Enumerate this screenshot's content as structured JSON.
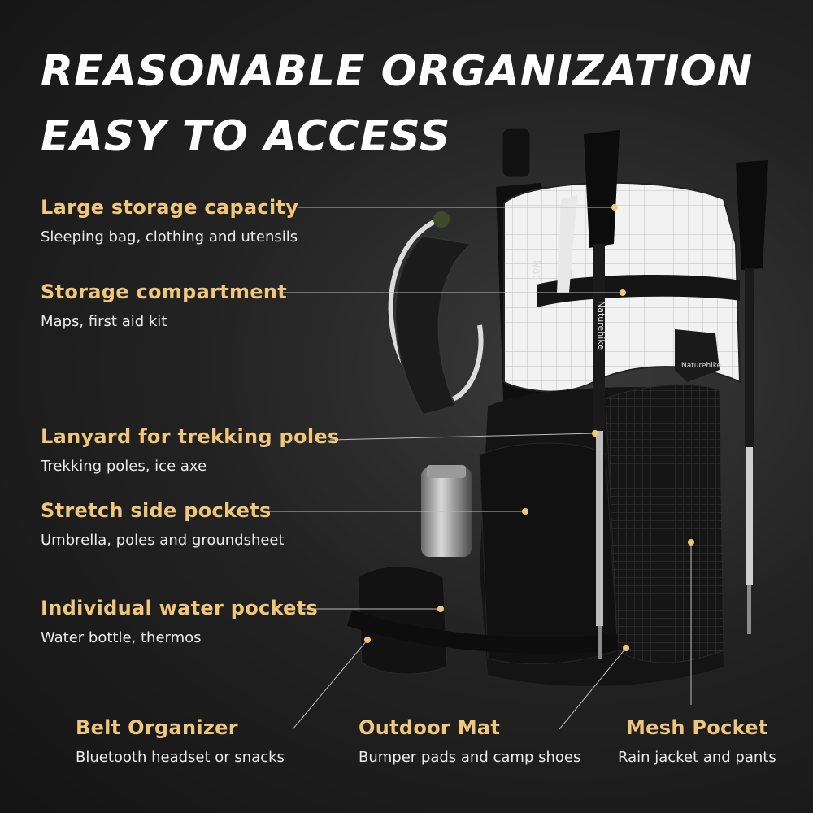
{
  "headline": {
    "line1": "REASONABLE ORGANIZATION",
    "line2": "EASY TO ACCESS"
  },
  "features": [
    {
      "title": "Large storage capacity",
      "desc": "Sleeping bag, clothing and utensils"
    },
    {
      "title": "Storage compartment",
      "desc": "Maps, first aid kit"
    },
    {
      "title": "Lanyard for trekking poles",
      "desc": "Trekking poles, ice axe"
    },
    {
      "title": "Stretch side pockets",
      "desc": "Umbrella, poles and groundsheet"
    },
    {
      "title": "Individual water pockets",
      "desc": "Water bottle, thermos"
    },
    {
      "title": "Belt Organizer",
      "desc": "Bluetooth headset or snacks"
    },
    {
      "title": "Outdoor Mat",
      "desc": "Bumper pads and camp shoes"
    },
    {
      "title": "Mesh Pocket",
      "desc": "Rain jacket and pants"
    }
  ],
  "colors": {
    "accent": "#f0c77a",
    "callout_line": "#bbbbbb",
    "background": "#1e1e1e"
  },
  "brand_text": [
    "Naturehike",
    "Naturehike",
    "Nat"
  ]
}
